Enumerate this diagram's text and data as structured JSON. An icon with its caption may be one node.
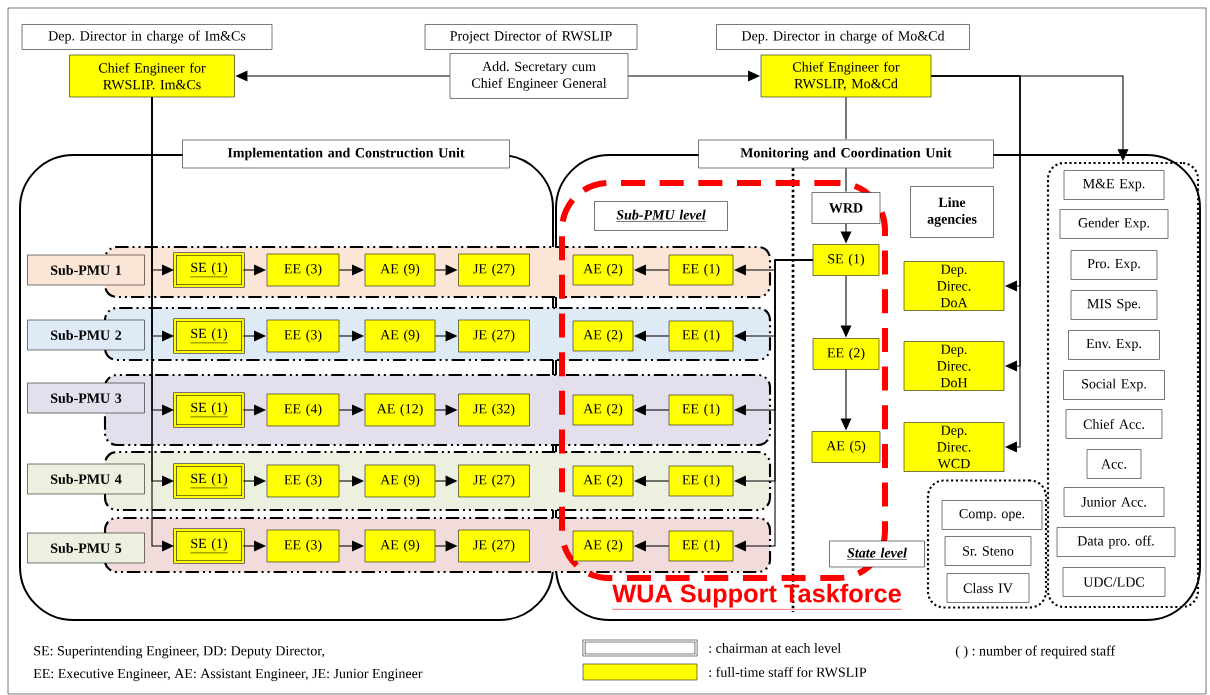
{
  "diagram": {
    "nodes": [
      {
        "text": [
          "Dep. Director in charge of Im&Cs"
        ]
      },
      {
        "text": [
          "Project Director of RWSLIP"
        ]
      },
      {
        "text": [
          "Dep. Director in charge of Mo&Cd"
        ]
      },
      {
        "text": [
          "Chief Engineer for RWSLIP. Im&Cs"
        ]
      },
      {
        "text": [
          "Add. Secretary cum Chief Engineer General"
        ]
      },
      {
        "text": [
          "Chief Engineer for RWSLIP, Mo&Cd"
        ]
      },
      {
        "text": [],
        "shape": "box"
      },
      {
        "text": [],
        "shape": "box"
      },
      {
        "text": [
          "WUA Support Taskforce"
        ],
        "in": 7
      },
      {
        "text": [
          "Sub-PMU 1"
        ],
        "in": 6
      },
      {
        "text": [
          "Sub-PMU 2"
        ],
        "in": 6
      },
      {
        "text": [
          "Sub-PMU 3"
        ],
        "in": 6
      },
      {
        "text": [
          "Sub-PMU 4"
        ],
        "in": 6
      },
      {
        "text": [
          "Sub-PMU 5"
        ],
        "in": 6
      },
      {
        "text": [
          "SE (1)"
        ],
        "in": 6
      },
      {
        "text": [
          "EE (3)"
        ],
        "in": 6
      },
      {
        "text": [
          "AE (9)"
        ],
        "in": 6
      },
      {
        "text": [
          "JE (27)"
        ],
        "in": 6
      },
      {
        "text": [
          "AE (2)"
        ],
        "in": 8
      },
      {
        "text": [
          "EE (1)"
        ],
        "in": 8
      },
      {
        "text": [
          "SE (1)"
        ],
        "in": 6
      },
      {
        "text": [
          "EE (3)"
        ],
        "in": 6
      },
      {
        "text": [
          "AE (9)"
        ],
        "in": 6
      },
      {
        "text": [
          "JE (27)"
        ],
        "in": 6
      },
      {
        "text": [
          "AE (2)"
        ],
        "in": 8
      },
      {
        "text": [
          "EE (1)"
        ],
        "in": 8
      },
      {
        "text": [
          "SE (1)"
        ],
        "in": 6
      },
      {
        "text": [
          "EE (4)"
        ],
        "in": 6
      },
      {
        "text": [
          "AE (12)"
        ],
        "in": 6
      },
      {
        "text": [
          "JE (32)"
        ],
        "in": 6
      },
      {
        "text": [
          "AE (2)"
        ],
        "in": 8
      },
      {
        "text": [
          "EE (1)"
        ],
        "in": 8
      },
      {
        "text": [
          "SE (1)"
        ],
        "in": 6
      },
      {
        "text": [
          "EE (3)"
        ],
        "in": 6
      },
      {
        "text": [
          "AE (9)"
        ],
        "in": 6
      },
      {
        "text": [
          "JE (27)"
        ],
        "in": 6
      },
      {
        "text": [
          "AE (2)"
        ],
        "in": 8
      },
      {
        "text": [
          "EE (1)"
        ],
        "in": 8
      },
      {
        "text": [
          "SE (1)"
        ],
        "in": 6
      },
      {
        "text": [
          "EE (3)"
        ],
        "in": 6
      },
      {
        "text": [
          "AE (9)"
        ],
        "in": 6
      },
      {
        "text": [
          "JE (27)"
        ],
        "in": 6
      },
      {
        "text": [
          "AE (2)"
        ],
        "in": 8
      },
      {
        "text": [
          "EE (1)"
        ],
        "in": 8
      },
      {
        "text": [
          "Sub-PMU level"
        ],
        "in": 8
      },
      {
        "text": [
          "WRD"
        ],
        "in": 8
      },
      {
        "text": [
          "Line agencies"
        ],
        "in": 7
      },
      {
        "text": [
          "SE (1)"
        ],
        "in": 8
      },
      {
        "text": [
          "Dep. Direc. DoA"
        ],
        "in": 7
      },
      {
        "text": [
          "EE (2)"
        ],
        "in": 8
      },
      {
        "text": [
          "Dep. Direc. DoH"
        ],
        "in": 7
      },
      {
        "text": [
          "AE (5)"
        ],
        "in": 8
      },
      {
        "text": [
          "Dep. Direc. WCD"
        ],
        "in": 7
      },
      {
        "text": [],
        "shape": "box",
        "in": 7
      },
      {
        "text": [
          "M&E Exp."
        ],
        "in": 53
      },
      {
        "text": [
          "Gender Exp."
        ],
        "in": 53
      },
      {
        "text": [
          "Pro. Exp."
        ],
        "in": 53
      },
      {
        "text": [
          "MIS Spe."
        ],
        "in": 53
      },
      {
        "text": [
          "Env. Exp."
        ],
        "in": 53
      },
      {
        "text": [
          "Social Exp."
        ],
        "in": 53
      },
      {
        "text": [
          "Chief Acc."
        ],
        "in": 53
      },
      {
        "text": [
          "Acc."
        ],
        "in": 53
      },
      {
        "text": [],
        "shape": "box",
        "in": 7
      },
      {
        "text": [
          "Comp. ope."
        ],
        "in": 62
      },
      {
        "text": [
          "Sr. Steno"
        ],
        "in": 62
      },
      {
        "text": [
          "Class IV"
        ],
        "in": 62
      },
      {
        "text": [
          "Junior Acc."
        ],
        "in": 53
      },
      {
        "text": [
          "Data pro. off."
        ],
        "in": 53
      },
      {
        "text": [
          "UDC/LDC"
        ],
        "in": 53
      },
      {
        "text": [
          "State level"
        ],
        "in": 7
      },
      {
        "text": [
          "Implementation and Construction Unit"
        ]
      },
      {
        "text": [
          "Monitoring and Coordination Unit"
        ]
      }
    ],
    "edges": [
      {
        "from": 4,
        "to": 3,
        "arrow": "to"
      },
      {
        "from": 4,
        "to": 5,
        "arrow": "to"
      },
      {
        "from": 3,
        "to": 14,
        "arrow": "to"
      },
      {
        "from": 3,
        "to": 20,
        "arrow": "to"
      },
      {
        "from": 3,
        "to": 26,
        "arrow": "to"
      },
      {
        "from": 3,
        "to": 32,
        "arrow": "to"
      },
      {
        "from": 3,
        "to": 38,
        "arrow": "to"
      },
      {
        "from": 14,
        "to": 15,
        "arrow": "to"
      },
      {
        "from": 15,
        "to": 16,
        "arrow": "to"
      },
      {
        "from": 16,
        "to": 17,
        "arrow": "to"
      },
      {
        "from": 20,
        "to": 21,
        "arrow": "to"
      },
      {
        "from": 21,
        "to": 22,
        "arrow": "to"
      },
      {
        "from": 22,
        "to": 23,
        "arrow": "to"
      },
      {
        "from": 26,
        "to": 27,
        "arrow": "to"
      },
      {
        "from": 27,
        "to": 28,
        "arrow": "to"
      },
      {
        "from": 28,
        "to": 29,
        "arrow": "to"
      },
      {
        "from": 32,
        "to": 33,
        "arrow": "to"
      },
      {
        "from": 33,
        "to": 34,
        "arrow": "to"
      },
      {
        "from": 34,
        "to": 35,
        "arrow": "to"
      },
      {
        "from": 38,
        "to": 39,
        "arrow": "to"
      },
      {
        "from": 39,
        "to": 40,
        "arrow": "to"
      },
      {
        "from": 40,
        "to": 41,
        "arrow": "to"
      },
      {
        "from": 5,
        "to": 71,
        "arrow": "none"
      },
      {
        "from": 71,
        "to": 45,
        "arrow": "none"
      },
      {
        "from": 45,
        "to": 47,
        "arrow": "to"
      },
      {
        "from": 47,
        "to": 49,
        "arrow": "to"
      },
      {
        "from": 49,
        "to": 51,
        "arrow": "to"
      },
      {
        "from": 47,
        "to": 19,
        "arrow": "to"
      },
      {
        "from": 47,
        "to": 25,
        "arrow": "to"
      },
      {
        "from": 47,
        "to": 31,
        "arrow": "to"
      },
      {
        "from": 47,
        "to": 37,
        "arrow": "to"
      },
      {
        "from": 47,
        "to": 43,
        "arrow": "to"
      },
      {
        "from": 19,
        "to": 18,
        "arrow": "to"
      },
      {
        "from": 25,
        "to": 24,
        "arrow": "to"
      },
      {
        "from": 31,
        "to": 30,
        "arrow": "to"
      },
      {
        "from": 37,
        "to": 36,
        "arrow": "to"
      },
      {
        "from": 43,
        "to": 42,
        "arrow": "to"
      },
      {
        "from": 5,
        "to": 48,
        "arrow": "to"
      },
      {
        "from": 5,
        "to": 50,
        "arrow": "to"
      },
      {
        "from": 5,
        "to": 52,
        "arrow": "to"
      },
      {
        "from": 5,
        "to": 53,
        "arrow": "to"
      }
    ],
    "labels": [
      "SE: Superintending Engineer, DD: Deputy Director,",
      "EE: Executive Engineer, AE: Assistant Engineer, JE: Junior Engineer",
      "( ) : number of required staff"
    ],
    "legend": [
      {
        "text": ": chairman at each level"
      },
      {
        "text": ": full-time staff for RWSLIP",
        "color": "#ffff00"
      }
    ]
  }
}
